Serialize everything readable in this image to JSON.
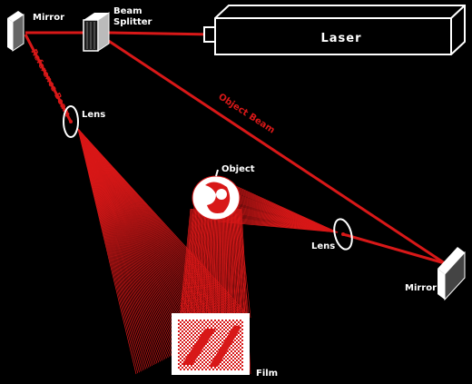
{
  "colors": {
    "background": "#000000",
    "beam": "#d81818",
    "outline": "#ffffff"
  },
  "labels": {
    "laser": "Laser",
    "beam_splitter_line1": "Beam",
    "beam_splitter_line2": "Splitter",
    "mirror_top": "Mirror",
    "mirror_right": "Mirror",
    "reference_beam": "Reference Beam",
    "object_beam": "Object Beam",
    "lens_left": "Lens",
    "lens_right": "Lens",
    "object": "Object",
    "film": "Film"
  },
  "icons": {
    "laser": "laser-box-icon",
    "beam_splitter": "beam-splitter-icon",
    "mirror": "mirror-icon",
    "lens": "lens-icon",
    "object": "apple-object-icon",
    "film": "film-plate-icon"
  }
}
